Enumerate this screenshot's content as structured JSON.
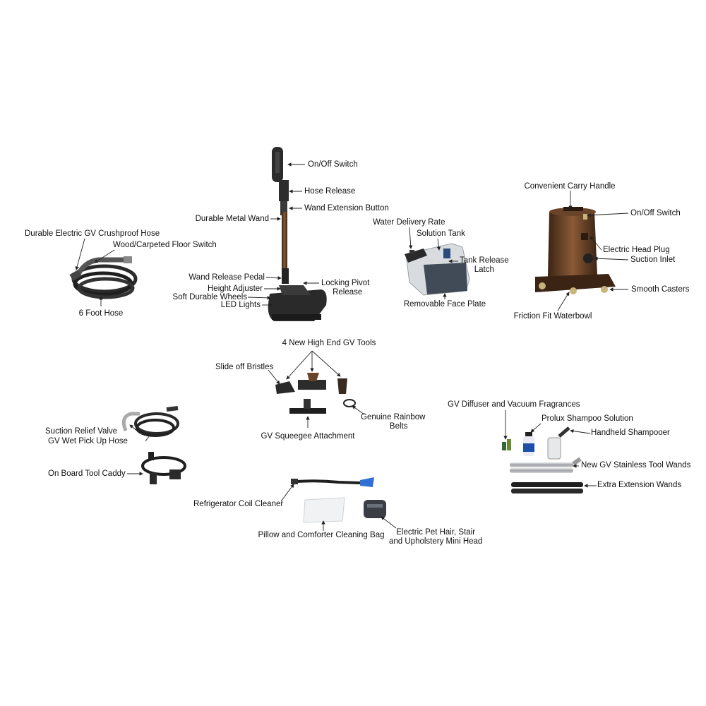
{
  "labels": {
    "hose_crushproof": "Durable Electric GV Crushproof Hose",
    "floor_switch": "Wood/Carpeted Floor Switch",
    "six_foot_hose": "6 Foot Hose",
    "on_off_switch_wand": "On/Off Switch",
    "hose_release": "Hose Release",
    "wand_extension_button": "Wand Extension Button",
    "durable_metal_wand": "Durable Metal Wand",
    "wand_release_pedal": "Wand Release Pedal",
    "locking_pivot_release_1": "Locking Pivot",
    "locking_pivot_release_2": "Release",
    "height_adjuster": "Height Adjuster",
    "soft_durable_wheels": "Soft Durable Wheels",
    "led_lights": "LED Lights",
    "water_delivery_rate": "Water Delivery Rate",
    "solution_tank": "Solution Tank",
    "tank_release_latch_1": "Tank Release",
    "tank_release_latch_2": "Latch",
    "removable_face_plate": "Removable Face Plate",
    "carry_handle": "Convenient Carry Handle",
    "on_off_switch_unit": "On/Off Switch",
    "electric_head_plug": "Electric Head Plug",
    "suction_inlet": "Suction Inlet",
    "smooth_casters": "Smooth Casters",
    "friction_fit_waterbowl": "Friction Fit Waterbowl",
    "four_new_tools": "4 New High End GV Tools",
    "slide_off_bristles": "Slide off Bristles",
    "genuine_rainbow_belts_1": "Genuine Rainbow",
    "genuine_rainbow_belts_2": "Belts",
    "squeegee": "GV Squeegee Attachment",
    "suction_relief_valve": "Suction Relief Valve",
    "wet_pickup_hose": "GV Wet Pick Up Hose",
    "tool_caddy": "On Board Tool Caddy",
    "diffuser": "GV Diffuser and Vacuum Fragrances",
    "shampoo_solution": "Prolux Shampoo Solution",
    "handheld_shampooer": "Handheld Shampooer",
    "stainless_wands": "New GV Stainless Tool Wands",
    "extension_wands": "Extra Extension Wands",
    "coil_cleaner": "Refrigerator Coil Cleaner",
    "cleaning_bag": "Pillow and Comforter Cleaning Bag",
    "mini_head_1": "Electric Pet Hair, Stair",
    "mini_head_2": "and Upholstery Mini Head"
  },
  "colors": {
    "bronze": "#5a3a22",
    "dark": "#2b2b2b",
    "accent_blue": "#2f6fd6",
    "steel": "#b9bcbf"
  }
}
